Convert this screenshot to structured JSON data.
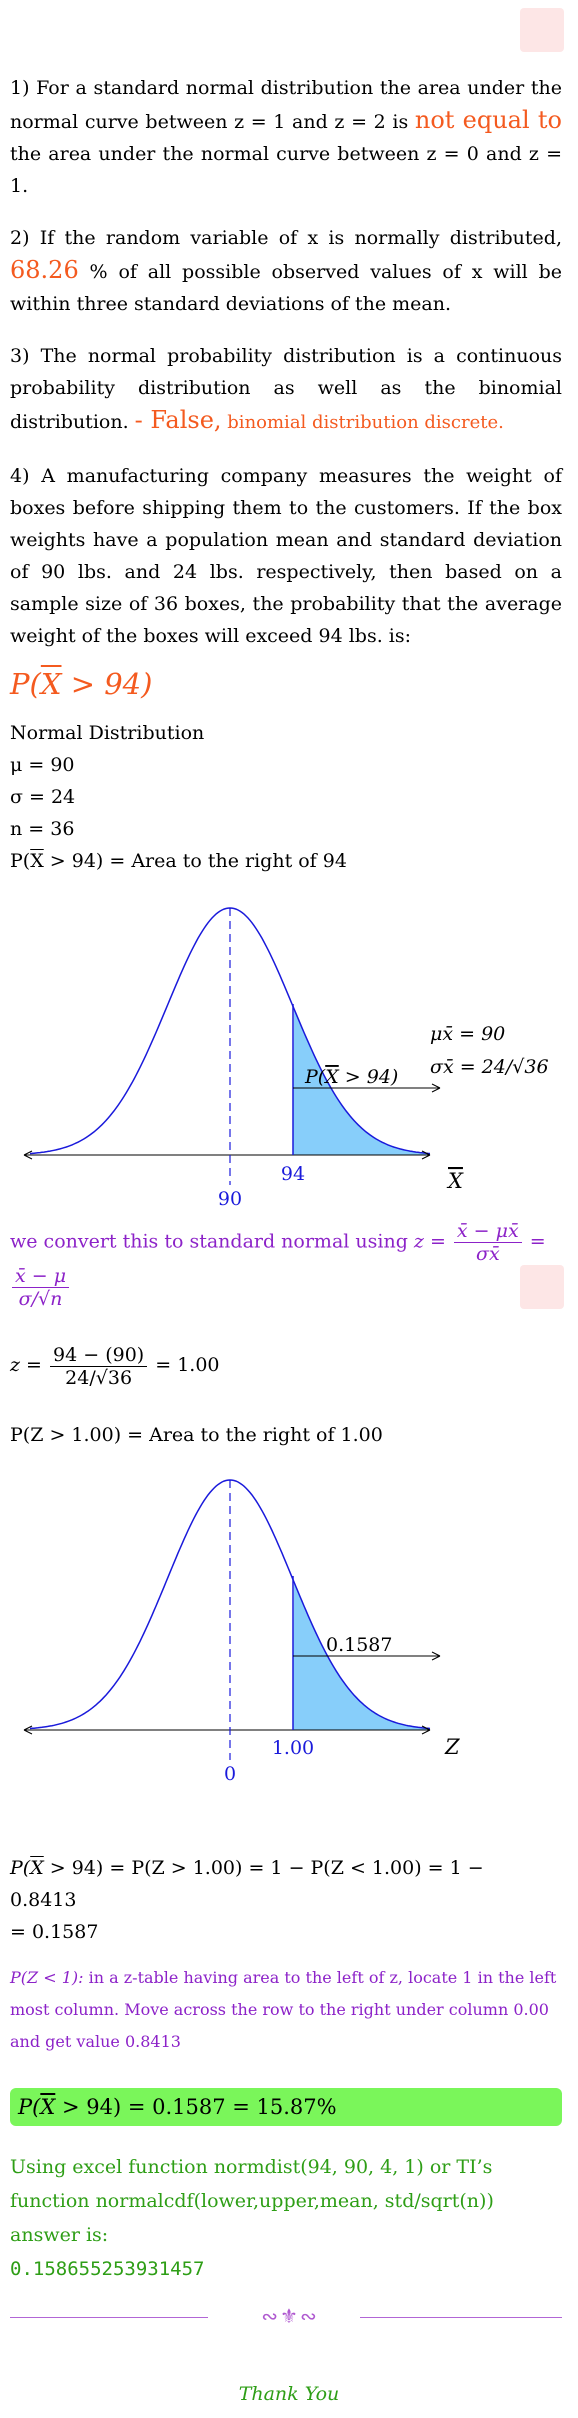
{
  "q1": {
    "text_a": "1) For a standard normal distribution the area under the normal curve between z = 1 and z = 2 is ",
    "highlight": "not equal to",
    "text_b": "  the area under the normal curve between z = 0 and z = 1."
  },
  "q2": {
    "text_a": "2) If the random variable of x is normally distributed, ",
    "highlight": "68.26",
    "text_b": "  % of all possible observed values of x will be within three standard deviations of the mean."
  },
  "q3": {
    "text_a": "3) The normal probability distribution is a continuous probability distribution as well as the binomial distribution. ",
    "highlight": "- False,",
    "note": " binomial distribution discrete."
  },
  "q4": {
    "text": "4) A manufacturing company measures the weight of boxes before shipping them to the customers. If the box weights have a population mean and standard deviation of 90 lbs. and 24 lbs. respectively, then based on a sample size of 36 boxes, the probability that the average weight of the boxes will exceed 94 lbs. is:"
  },
  "solution": {
    "heading_p": "P(",
    "heading_x": "X",
    "heading_rest": " > 94)",
    "dist_name": "Normal Distribution",
    "mu": "μ = 90",
    "sigma": "σ = 24",
    "n": "n = 36",
    "area_p": "P(",
    "area_x": "X",
    "area_rest": " > 94) = Area to the right of 94",
    "convert_text": "we convert this to standard normal using ",
    "z_lhs": "z = ",
    "frac1_num": "x̄ − μx̄",
    "frac1_den": "σx̄",
    "eq": " = ",
    "frac2_num": "x̄ − μ",
    "frac2_den": "σ/√n",
    "zcalc_lhs": "z = ",
    "zcalc_num": "94 − (90)",
    "zcalc_den": "24/√36",
    "zcalc_rhs": " = 1.00",
    "pz_text": "P(Z > 1.00) = Area to the right of 1.00",
    "final_a_p": "P(",
    "final_a_x": "X",
    "final_a_rest": " > 94) = P(Z > 1.00) = 1 − P(Z < 1.00) = 1 −",
    "final_b": "0.8413",
    "final_c": "= 0.1587",
    "ztable_label": "P(Z < 1):",
    "ztable_text": " in a z-table having area to the left of z, locate 1 in the left most column. Move across the row to the right under column 0.00 and get value 0.8413",
    "answer_p": "P(",
    "answer_x": "X",
    "answer_rest": " > 94) = 0.1587 = 15.87%",
    "excel_text": "Using excel function normdist(94, 90, 4, 1) or TI’s function normalcdf(lower,upper,mean, std/sqrt(n)) answer is:",
    "excel_value": "0.158655253931457",
    "thanks": "Thank You"
  },
  "graph1": {
    "mean_label": "90",
    "value_label": "94",
    "axis_label": "X",
    "region_p": "P(",
    "region_x": "X",
    "region_rest": " > 94)",
    "mu_xbar": "μx̄ = 90",
    "sigma_xbar": "σx̄ = 24/√36",
    "curve_color": "#1a1adb",
    "shade_color": "#87cefa"
  },
  "graph2": {
    "mean_label": "0",
    "value_label": "1.00",
    "axis_label": "Z",
    "region_label": "0.1587",
    "curve_color": "#1a1adb",
    "shade_color": "#87cefa"
  },
  "colors": {
    "highlight": "#f45a1f",
    "purple": "#8c22c8",
    "green": "#2e9e16",
    "answer_bg": "#7af65a"
  }
}
